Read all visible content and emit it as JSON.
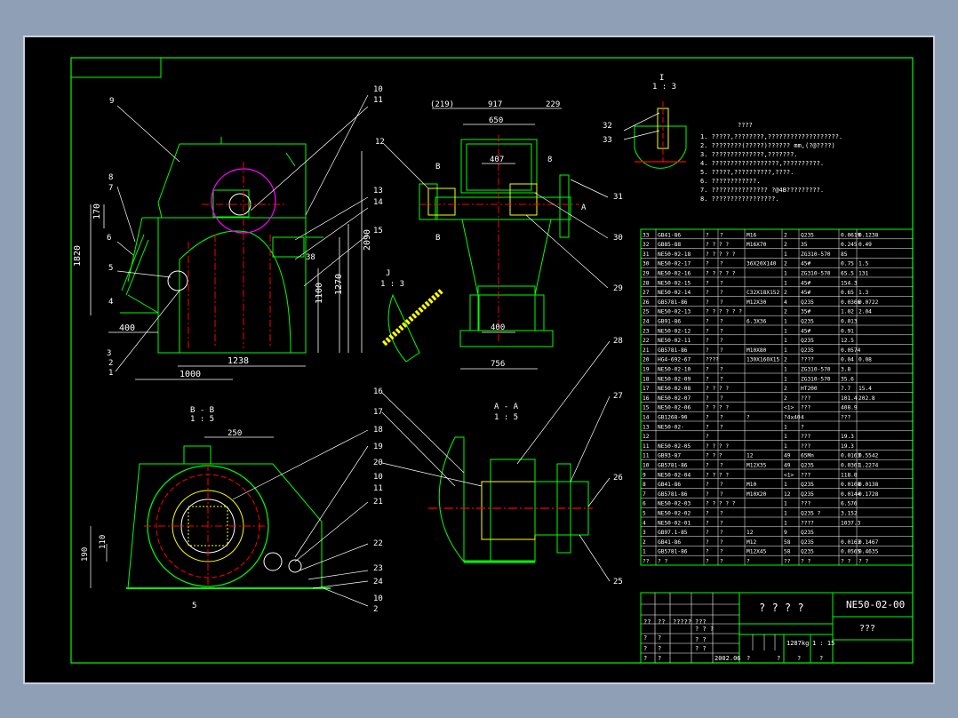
{
  "colors": {
    "sheet": "#000000",
    "border": "#00ff00",
    "dim": "#ffffff",
    "center": "#ff0000",
    "magenta": "#ff00ff",
    "cyan": "#00ffff",
    "yellow": "#ffff00",
    "bg": "#8fa0b6"
  },
  "notes": {
    "title": "????",
    "lines": [
      "1. ?????,????????,???????????????????.",
      "2. ????????(?????)?????? mm,(?@????)",
      "3. ??????????????,???????.",
      "4. ??????????????????,??????????.",
      "5. ?????,??????????,????.",
      "6. ????????????.",
      "7. ???????????????    ?@4B?????????.",
      "8. ?????????????????."
    ]
  },
  "bom": {
    "rows": [
      [
        "33",
        "GB41-86",
        "?",
        "?",
        "M16",
        "2",
        "Q235",
        "0.0619",
        "0.1238"
      ],
      [
        "32",
        "GB85-88",
        "? ? ? ?",
        "",
        "M16X70",
        "2",
        "35",
        "0.245",
        "0.49"
      ],
      [
        "31",
        "NE50-02-18",
        "? ? ? ? ?",
        "",
        "",
        "1",
        "ZG310-570",
        "85",
        ""
      ],
      [
        "30",
        "NE50-02-17",
        "?",
        "?",
        "36X20X140",
        "2",
        "45#",
        "0.75",
        "1.5"
      ],
      [
        "29",
        "NE50-02-16",
        "? ? ? ? ?",
        "",
        "",
        "1",
        "ZG310-570",
        "65.5",
        "131"
      ],
      [
        "28",
        "NE50-02-15",
        "?",
        "?",
        "",
        "1",
        "45#",
        "154.3",
        ""
      ],
      [
        "27",
        "NE50-02-14",
        "?",
        "?",
        "C32X18X152",
        "2",
        "45#",
        "0.65",
        "1.3"
      ],
      [
        "26",
        "GB5781-86",
        "?",
        "?",
        "M12X30",
        "4",
        "Q235",
        "0.0366",
        "0.0722"
      ],
      [
        "25",
        "NE50-02-13",
        "? ? ? ? ? ?",
        "",
        "",
        "2",
        "35#",
        "1.02",
        "2.04"
      ],
      [
        "24",
        "GB91-86",
        "?",
        "?",
        "6.3X36",
        "1",
        "Q235",
        "0.013",
        ""
      ],
      [
        "23",
        "NE50-02-12",
        "?",
        "?",
        "",
        "1",
        "45#",
        "0.91",
        ""
      ],
      [
        "22",
        "NE50-02-11",
        "?",
        "?",
        "",
        "1",
        "Q235",
        "12.5",
        ""
      ],
      [
        "21",
        "GB5781-86",
        "?",
        "?",
        "M10X80",
        "1",
        "Q235",
        "0.0574",
        ""
      ],
      [
        "20",
        "HG4-692-67",
        "????",
        "",
        "130X160X15",
        "2",
        "????",
        "0.04",
        "0.08"
      ],
      [
        "19",
        "NE50-02-10",
        "?",
        "?",
        "",
        "1",
        "ZG310-570",
        "3.8",
        ""
      ],
      [
        "18",
        "NE50-02-09",
        "?",
        "?",
        "",
        "1",
        "ZG310-570",
        "35.6",
        ""
      ],
      [
        "17",
        "NE50-02-08",
        "? ? ? ?",
        "",
        "",
        "2",
        "HT200",
        "7.7",
        "15.4"
      ],
      [
        "16",
        "NE50-02-07",
        "?",
        "?",
        "",
        "2",
        "???",
        "101.4",
        "202.8"
      ],
      [
        "15",
        "NE50-02-06",
        "? ? ? ?",
        "",
        "",
        "<1>",
        "???",
        "408.9",
        ""
      ],
      [
        "14",
        "GB1268-90",
        "?",
        "?",
        "?",
        "?4x40",
        "4",
        "???",
        ""
      ],
      [
        "13",
        "NE50-02-",
        "?",
        "?",
        "",
        "1",
        "?",
        ""
      ],
      [
        "12",
        "",
        "?",
        "",
        "",
        "1",
        "???",
        "19.3",
        ""
      ],
      [
        "11",
        "NE50-02-05",
        "? ? ? ?",
        "",
        "",
        "1",
        "???",
        "19.3",
        ""
      ],
      [
        "11",
        "GB93-87",
        "? ? ?",
        "",
        "12",
        "49",
        "65Mn",
        "0.0163",
        "0.5542"
      ],
      [
        "10",
        "GB5781-86",
        "?",
        "?",
        "M12X35",
        "49",
        "Q235",
        "0.0361",
        "1.2274"
      ],
      [
        "9",
        "NE50-02-04",
        "? ? ? ?",
        "",
        "",
        "<1>",
        "???",
        "118.8",
        ""
      ],
      [
        "8",
        "GB41-86",
        "?",
        "?",
        "M10",
        "1",
        "Q235",
        "0.0108",
        "0.0138"
      ],
      [
        "7",
        "GB5781-86",
        "?",
        "?",
        "M10X20",
        "12",
        "Q235",
        "0.0144",
        "0.1728"
      ],
      [
        "6",
        "NE50-02-03",
        "? ? ? ? ?",
        "",
        "",
        "1",
        "???",
        "6.576",
        ""
      ],
      [
        "5",
        "NE50-02-02",
        "?",
        "?",
        "",
        "1",
        "Q235 ?",
        "3.152",
        ""
      ],
      [
        "4",
        "NE50-02-01",
        "?",
        "?",
        "",
        "1",
        "????",
        "1037.3",
        ""
      ],
      [
        "3",
        "GB97.1-85",
        "?",
        "?",
        "12",
        "9",
        "Q235",
        "",
        ""
      ],
      [
        "2",
        "GB41-86",
        "?",
        "?",
        "M12",
        "58",
        "Q235",
        "0.0163",
        "0.1467"
      ],
      [
        "1",
        "GB5781-86",
        "?",
        "?",
        "M12X45",
        "58",
        "Q235",
        "0.0565",
        "0.4635"
      ],
      [
        "??",
        "? ?",
        "?",
        "?",
        "?",
        "??",
        "? ?",
        "? ?",
        "? ?"
      ]
    ],
    "last_row_extra": [
      "?",
      "?",
      "?"
    ]
  },
  "titleblock": {
    "name": "? ? ? ?",
    "drawing_no": "NE50-02-00",
    "company": "???",
    "weight": "1287kg",
    "scale": "1 : 15",
    "date": "2002.06",
    "left_rows": [
      [
        "?",
        "?",
        "?",
        "?"
      ],
      [
        "??",
        "??",
        "?????",
        "???"
      ],
      [
        "?",
        "?",
        "",
        "? ? ?"
      ],
      [
        "?",
        "?",
        "",
        "? ?"
      ],
      [
        "?",
        "?",
        "",
        "? ?"
      ],
      [
        "?",
        "?",
        "",
        "2002.06"
      ]
    ],
    "bottom_labels": [
      "?",
      "?",
      "?",
      "?"
    ]
  },
  "views": {
    "front": {
      "dims": [
        "1820",
        "2090",
        "1270",
        "1100",
        "1238",
        "1000",
        "400",
        "170"
      ],
      "callouts": [
        "9",
        "10",
        "11",
        "13",
        "14",
        "15",
        "1",
        "2",
        "3",
        "4",
        "5",
        "6",
        "7",
        "8",
        "38",
        "1"
      ]
    },
    "side": {
      "dims": [
        "(219)",
        "917",
        "229",
        "650",
        "407",
        "400",
        "756"
      ],
      "callouts": [
        "12",
        "B",
        "B",
        "8",
        "31",
        "30",
        "29",
        "A"
      ]
    },
    "detail_i": {
      "label": "I",
      "scale": "1 : 3",
      "callouts": [
        "32",
        "33"
      ]
    },
    "detail_j": {
      "label": "J",
      "scale": "1 : 3"
    },
    "section_bb": {
      "label": "B - B",
      "scale": "1 : 5",
      "dims": [
        "250",
        "190",
        "110"
      ],
      "callouts": [
        "18",
        "19",
        "20",
        "21",
        "22",
        "23",
        "24",
        "10",
        "11",
        "2",
        "5"
      ]
    },
    "section_aa": {
      "label": "A - A",
      "scale": "1 : 5",
      "callouts": [
        "16",
        "17",
        "20",
        "10",
        "11",
        "28",
        "27",
        "26",
        "25"
      ]
    }
  }
}
